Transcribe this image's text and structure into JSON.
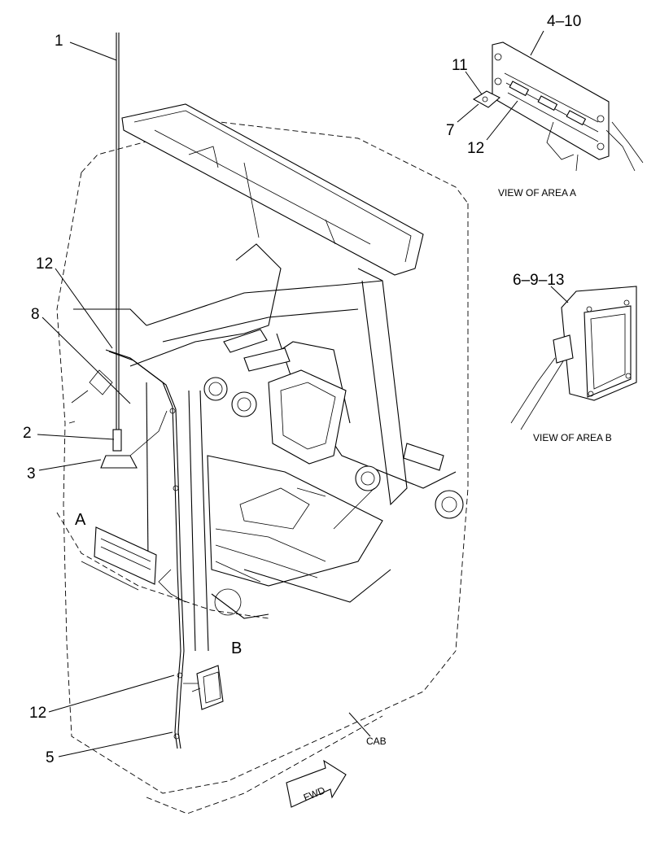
{
  "figure": {
    "callouts": {
      "c1": "1",
      "c2": "2",
      "c3": "3",
      "c5": "5",
      "c8": "8",
      "c12a": "12",
      "c12b": "12",
      "c410": "4–10",
      "c11": "11",
      "c7": "7",
      "c12c": "12",
      "c6913": "6–9–13"
    },
    "areas": {
      "a": "A",
      "b": "B"
    },
    "captions": {
      "view_a": "VIEW OF AREA  A",
      "view_b": "VIEW OF AREA  B",
      "cab": "CAB",
      "fwd": "FWD"
    }
  }
}
